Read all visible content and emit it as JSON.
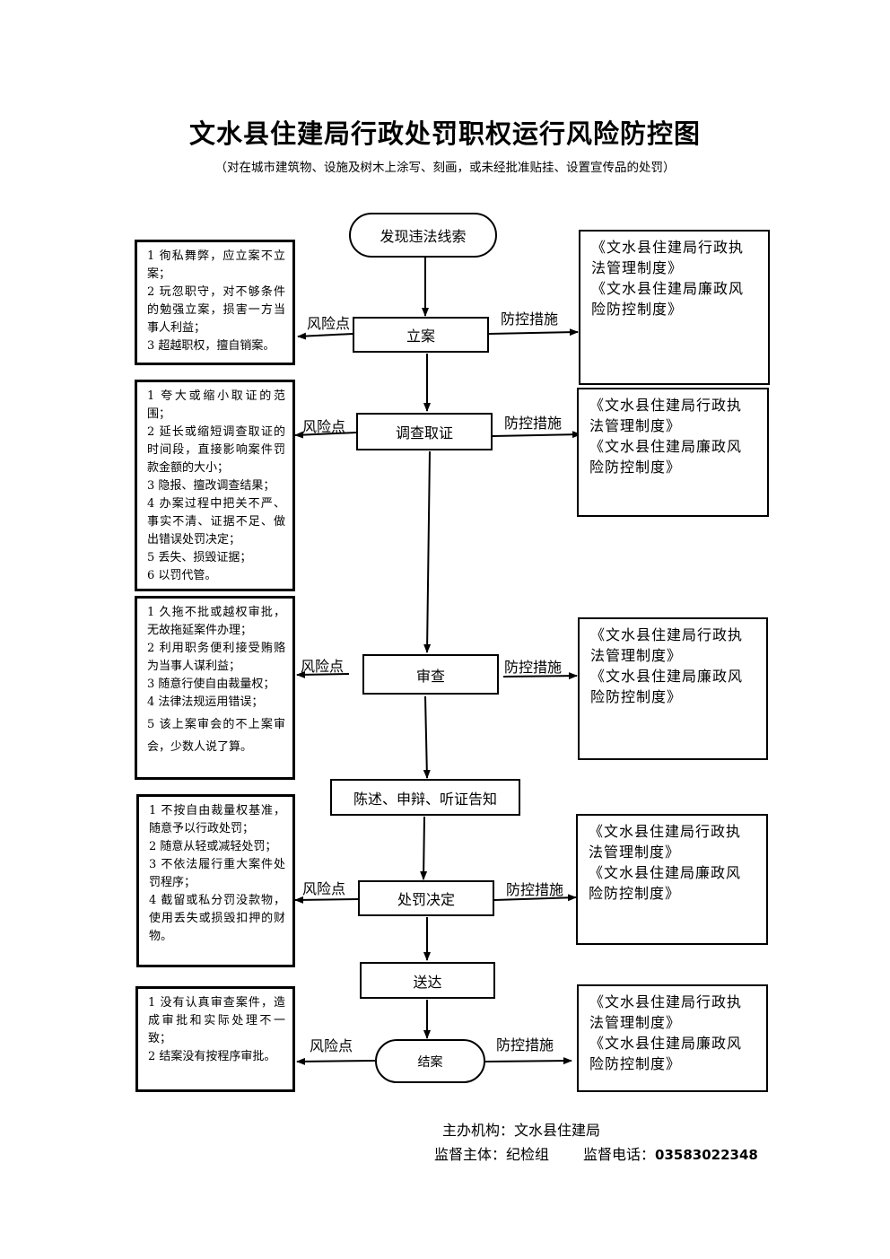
{
  "title": "文水县住建局行政处罚职权运行风险防控图",
  "subtitle": "（对在城市建筑物、设施及树木上涂写、刻画，或未经批准贴挂、设置宣传品的处罚）",
  "labels": {
    "risk": "风险点",
    "control": "防控措施"
  },
  "steps": {
    "discover": "发现违法线索",
    "filing": "立案",
    "investigate": "调查取证",
    "review": "审查",
    "notify": "陈述、申辩、听证告知",
    "decide": "处罚决定",
    "deliver": "送达",
    "close": "结案"
  },
  "measure_lines": [
    "《文水县住建局行政执法管理制度》",
    "《文水县住建局廉政风险防控制度》"
  ],
  "measure_wrapped": [
    "《文水县住建局行政执",
    "法管理制度》",
    "《文水县住建局廉政风",
    "险防控制度》"
  ],
  "risks": {
    "filing": [
      "1 徇私舞弊，应立案不立案；",
      "2 玩忽职守，对不够条件的勉强立案，损害一方当事人利益；",
      "3 超越职权，擅自销案。"
    ],
    "investigate": [
      "1 夸大或缩小取证的范围；",
      "2 延长或缩短调查取证的时间段，直接影响案件罚款金额的大小；",
      "3 隐报、擅改调查结果；",
      "4 办案过程中把关不严、事实不清、证据不足、做出错误处罚决定；",
      "5 丢失、损毁证据；",
      "6 以罚代管。"
    ],
    "review": [
      "1 久拖不批或越权审批，无故拖延案件办理；",
      "2 利用职务便利接受贿赂为当事人谋利益；",
      "3 随意行使自由裁量权；",
      "4 法律法规运用错误；",
      "5 该上案审会的不上案审会，少数人说了算。"
    ],
    "decide": [
      "1 不按自由裁量权基准，随意予以行政处罚；",
      "2 随意从轻或减轻处罚；",
      "3 不依法履行重大案件处罚程序；",
      "4 截留或私分罚没款物，使用丢失或损毁扣押的财物。"
    ],
    "close": [
      "1 没有认真审查案件，造成审批和实际处理不一致；",
      "2 结案没有按程序审批。"
    ]
  },
  "footer": {
    "org_label": "主办机构：",
    "org": "文水县住建局",
    "supervisor_label": "监督主体：",
    "supervisor": "纪检组",
    "phone_label": "监督电话：",
    "phone": "03583022348"
  }
}
